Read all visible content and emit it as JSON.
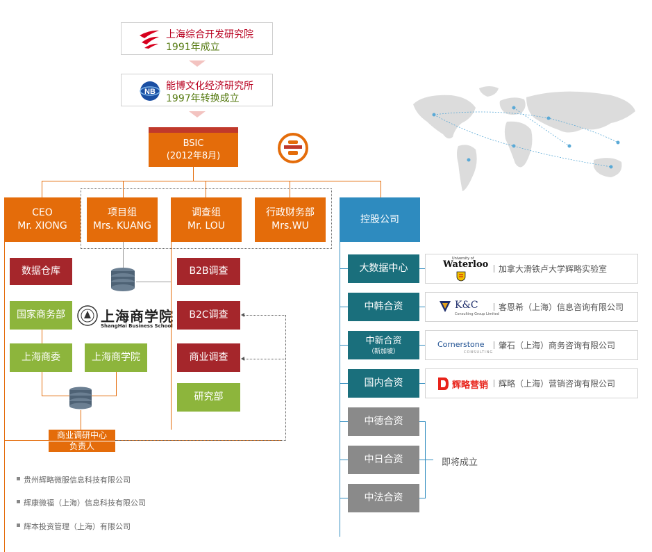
{
  "top": {
    "card1": {
      "name": "上海综合开发研究院",
      "year": "1991年成立"
    },
    "card2": {
      "name": "能博文化经济研究所",
      "year": "1997年转换成立"
    },
    "bsic": {
      "name": "BSIC",
      "date": "(2012年8月)"
    }
  },
  "departments": {
    "ceo": {
      "title": "CEO",
      "person": "Mr. XIONG"
    },
    "project": {
      "title": "项目组",
      "person": "Mrs. KUANG"
    },
    "survey": {
      "title": "调查组",
      "person": "Mr. LOU"
    },
    "admin": {
      "title": "行政财务部",
      "person": "Mrs.WU"
    },
    "holding": {
      "title": "控股公司"
    }
  },
  "left_branch": {
    "data_warehouse": "数据仓库",
    "national_commerce": "国家商务部",
    "sh_commerce_commission": "上海商委",
    "sh_business_school": "上海商学院",
    "school_logo_cn": "上海商学院",
    "school_logo_en": "ShangHai Business School",
    "research_center": "商业调研中心",
    "leader": "负责人"
  },
  "survey_branch": [
    "B2B调查",
    "B2C调查",
    "商业调查",
    "研究部"
  ],
  "companies": [
    "贵州辉略微服信息科技有限公司",
    "辉康微福（上海）信息科技有限公司",
    "辉本投资管理（上海）有限公司"
  ],
  "holding_units": [
    {
      "name": "大数据中心",
      "sub": "",
      "partner_logo": "Waterloo",
      "partner_logo_small": "University of",
      "partner": "加拿大滑铁卢大学辉略实验室"
    },
    {
      "name": "中韩合资",
      "sub": "",
      "partner_logo": "K&C",
      "partner_logo_small": "Consulting Group Limited",
      "partner": "客恩希（上海）信息咨询有限公司"
    },
    {
      "name": "中新合资",
      "sub": "（新加坡）",
      "partner_logo": "Cornerstone",
      "partner_logo_small": "CONSULTING",
      "partner": "肇石（上海）商务咨询有限公司"
    },
    {
      "name": "国内合资",
      "sub": "",
      "partner_logo": "辉略营销",
      "partner_logo_small": "",
      "partner": "辉略（上海）营销咨询有限公司"
    }
  ],
  "pending_units": [
    "中德合资",
    "中日合资",
    "中法合资"
  ],
  "pending_label": "即将成立",
  "colors": {
    "orange": "#e46c0a",
    "red": "#a5262b",
    "green": "#8db53c",
    "blue": "#2e8bbf",
    "teal": "#1a6f7c",
    "gray": "#8a8a8a"
  }
}
